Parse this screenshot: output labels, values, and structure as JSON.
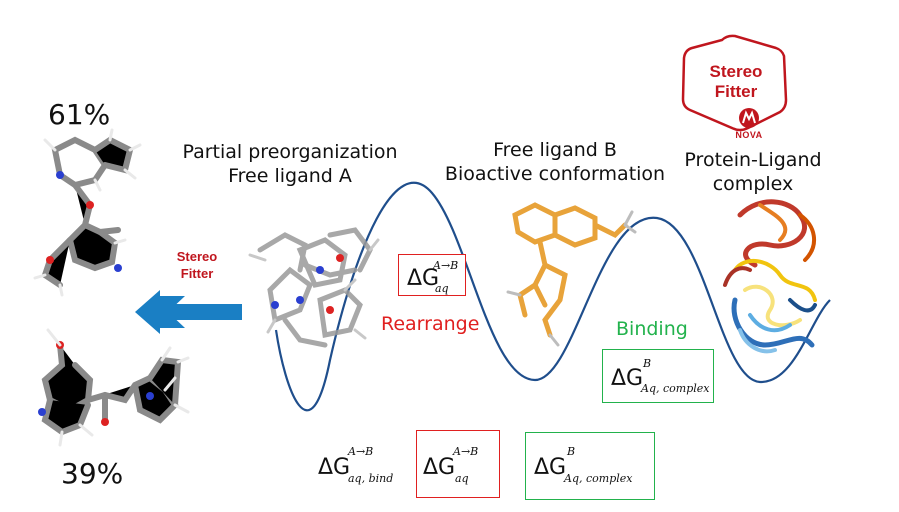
{
  "percent_top": "61%",
  "percent_bottom": "39%",
  "label_a": {
    "line1": "Partial preorganization",
    "line2": "Free ligand A"
  },
  "label_b": {
    "line1": "Free ligand B",
    "line2": "Bioactive conformation"
  },
  "label_complex": {
    "line1": "Protein-Ligand",
    "line2": "complex"
  },
  "rearrange": "Rearrange",
  "binding": "Binding",
  "small_logo": {
    "line1": "Stereo",
    "line2": "Fitter"
  },
  "big_logo": {
    "line1": "Stereo",
    "line2": "Fitter",
    "brand": "NOVA"
  },
  "dg_symbol": "ΔG",
  "dg_rearrange": {
    "sup": "A→B",
    "sub": "aq"
  },
  "dg_binding": {
    "sup": "B",
    "sub": "Aq, complex"
  },
  "equation": {
    "lhs_sup": "A→B",
    "lhs_sub": "aq, bind",
    "equals": "=",
    "t1_sup": "A→B",
    "t1_sub": "aq",
    "plus": "+",
    "t2_sup": "B",
    "t2_sub": "Aq, complex"
  },
  "colors": {
    "curve": "#1f4e8c",
    "arrow": "#1a7fc4",
    "red": "#e02020",
    "green": "#22b24c",
    "logo_red": "#c0161e"
  },
  "icons": [
    "ligand-structure-61",
    "ligand-structure-39",
    "ligand-ensemble",
    "bioactive-ligand",
    "protein-ribbon",
    "merge-arrow-icon",
    "stereofitter-logo"
  ]
}
